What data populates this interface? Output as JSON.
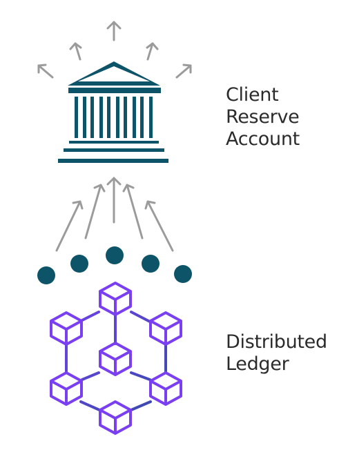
{
  "labels": {
    "top": [
      "Client",
      "Reserve",
      "Account"
    ],
    "bottom": [
      "Distributed",
      "Ledger"
    ]
  },
  "colors": {
    "arrow": "#9b9b9b",
    "bank": "#0e5469",
    "dot": "#0e5469",
    "ledger_start": "#7b3ff2",
    "ledger_end": "#2f4fa0"
  },
  "icons": {
    "bank": "bank-building-icon",
    "ledger": "blockchain-network-icon"
  }
}
